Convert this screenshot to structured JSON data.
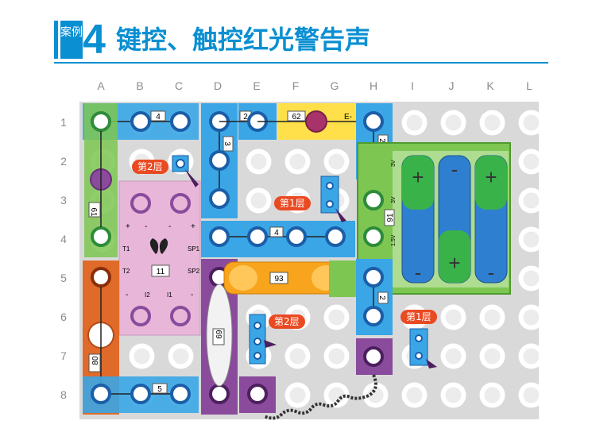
{
  "header": {
    "case_label": "案例",
    "case_number": "4",
    "title": "键控、触控红光警告声"
  },
  "grid": {
    "columns": [
      "A",
      "B",
      "C",
      "D",
      "E",
      "F",
      "G",
      "H",
      "I",
      "J",
      "K",
      "L"
    ],
    "rows": [
      "1",
      "2",
      "3",
      "4",
      "5",
      "6",
      "7",
      "8"
    ]
  },
  "components": {
    "wire_4_top": "4",
    "wire_2_top": "2",
    "led_62": "62",
    "led_polarity": "E-",
    "wire_3": "3",
    "wire_2_right_top": "2",
    "switch_61": "61",
    "battery_91": "91",
    "battery_3v": "3V",
    "battery_15v": "1.5V",
    "chip_11": "11",
    "chip_pins": [
      "+",
      "-",
      "-",
      "+",
      "T1",
      "SP1",
      "T2",
      "SP2",
      "-",
      "I2",
      "I1",
      "-"
    ],
    "wire_4_mid": "4",
    "wire_93": "93",
    "wire_2_right_mid": "2",
    "speaker_69": "69",
    "resistor_80": "80",
    "wire_5": "5",
    "battery_plus": "+",
    "battery_minus": "-"
  },
  "tags": {
    "layer2_a": "第2层",
    "layer1_a": "第1层",
    "layer2_b": "第2层",
    "layer1_b": "第1层"
  },
  "colors": {
    "accent": "#0a8fd2",
    "tag": "#ea4a22",
    "blue_block": "#3aa6e6",
    "green_block": "#7dc651",
    "orange_block": "#e06a2a",
    "purple_block": "#8a4b9c",
    "pink_block": "#e8b6d8",
    "yellow_block": "#ffe04a"
  }
}
